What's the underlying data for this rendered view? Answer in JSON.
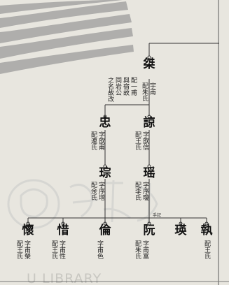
{
  "entries": [
    {
      "id": "p0",
      "name": "桀",
      "notes": [
        "配朱氏",
        "宇甫"
      ]
    },
    {
      "id": "p0b",
      "name": "",
      "notes": [
        "之名故改",
        "同岩公",
        "與宿故",
        "配一甫"
      ]
    },
    {
      "id": "p1",
      "name": "忠",
      "notes": [
        "配連氏",
        "字歆甫"
      ]
    },
    {
      "id": "p2",
      "name": "諒",
      "notes": [
        "配王氏",
        "字歆信"
      ]
    },
    {
      "id": "p3",
      "name": "琮",
      "notes": [
        "配余氏",
        "字序增"
      ]
    },
    {
      "id": "p4",
      "name": "瑶",
      "notes": [
        "配李氏",
        "字序瓊"
      ]
    },
    {
      "id": "p5",
      "name": "懷",
      "notes": [
        "配王氏",
        "字甫榮"
      ]
    },
    {
      "id": "p6",
      "name": "惜",
      "notes": [
        "配王氏",
        "字甫性"
      ]
    },
    {
      "id": "p7",
      "name": "倫",
      "notes": [
        "字甫色"
      ]
    },
    {
      "id": "p8",
      "name": "阮",
      "notes": [
        "配朱氏",
        "字甫富"
      ]
    },
    {
      "id": "p9",
      "name": "瑛",
      "notes": []
    },
    {
      "id": "p10",
      "name": "執",
      "notes": [
        "配王氏"
      ]
    }
  ],
  "margin_note": "手記",
  "watermark": "U LIBRARY",
  "colors": {
    "paper": "#e8e6df",
    "ink": "#1a1a1a",
    "watermark": "#bdbdbd",
    "stripe": "#9d9d9d"
  }
}
